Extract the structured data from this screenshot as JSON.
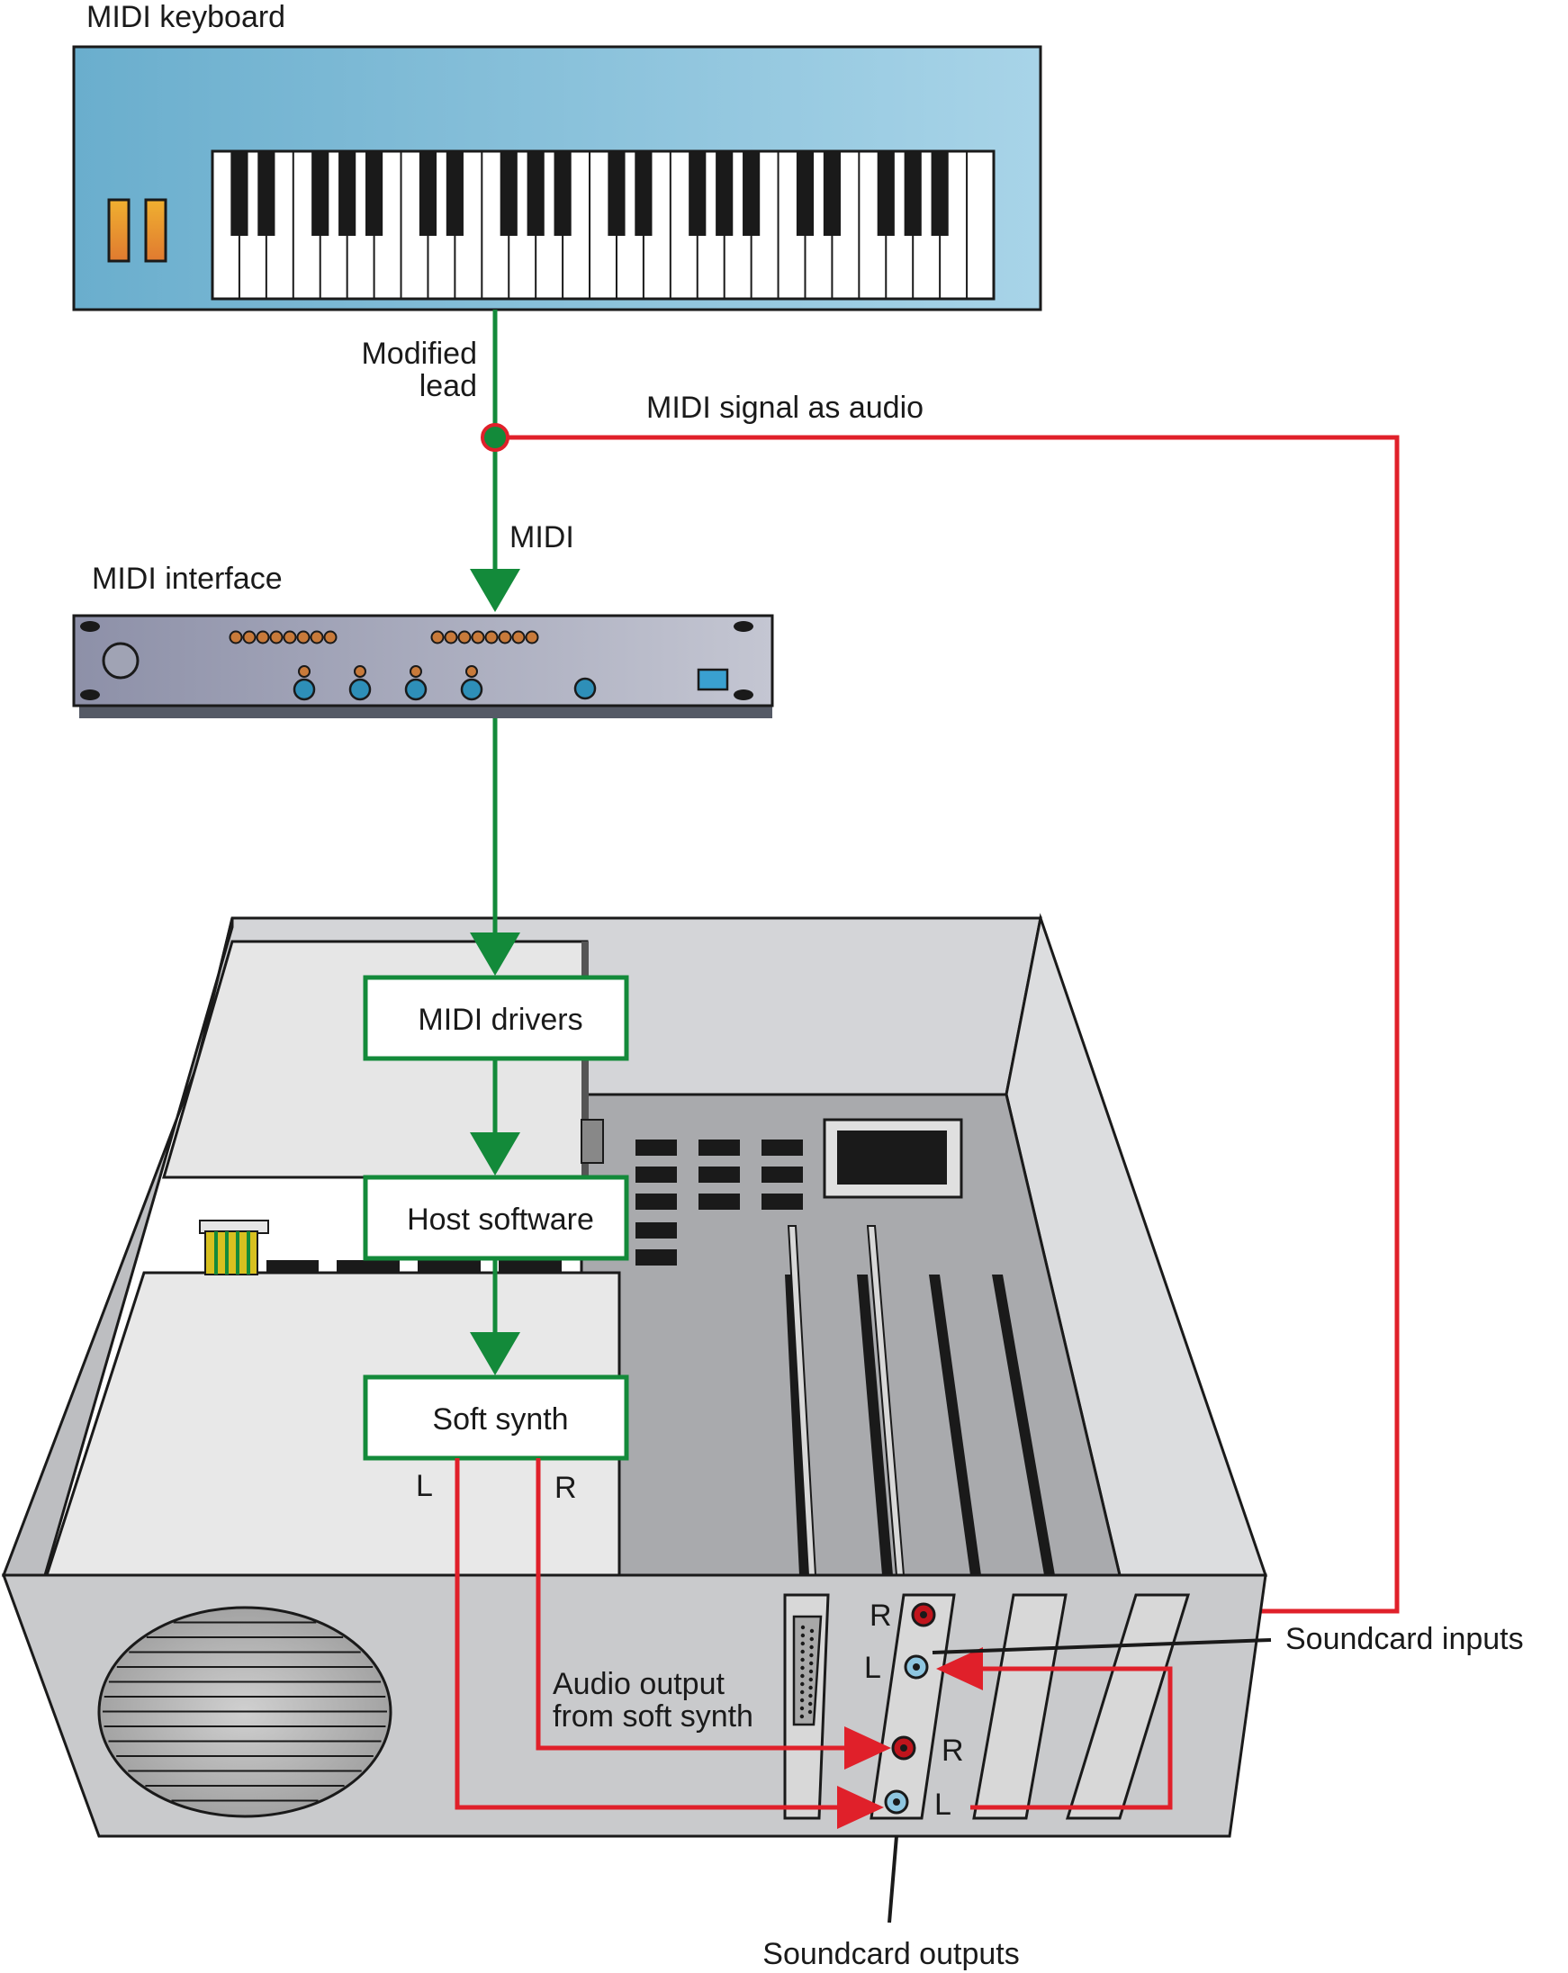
{
  "labels": {
    "midi_keyboard": "MIDI keyboard",
    "modified_lead_1": "Modified",
    "modified_lead_2": "lead",
    "midi_signal_as_audio": "MIDI signal as audio",
    "midi": "MIDI",
    "midi_interface": "MIDI interface",
    "midi_drivers": "MIDI drivers",
    "host_software": "Host software",
    "soft_synth": "Soft synth",
    "synth_left": "L",
    "synth_right": "R",
    "audio_output_1": "Audio output",
    "audio_output_2": "from soft synth",
    "input_right": "R",
    "input_left": "L",
    "output_right": "R",
    "output_left": "L",
    "soundcard_inputs": "Soundcard inputs",
    "soundcard_outputs": "Soundcard outputs"
  },
  "colors": {
    "keyboard_body": "#7fb8d4",
    "midi_path": "#138a3a",
    "audio_path": "#e0202a",
    "case_fill": "#c9cacc",
    "case_outline": "#1a1a1a",
    "interface_body": "#a9acbf",
    "led": "#c87a3a",
    "knob": "#2e8fb8",
    "jack_red": "#c0141c",
    "jack_blue": "#8ec6e0"
  }
}
